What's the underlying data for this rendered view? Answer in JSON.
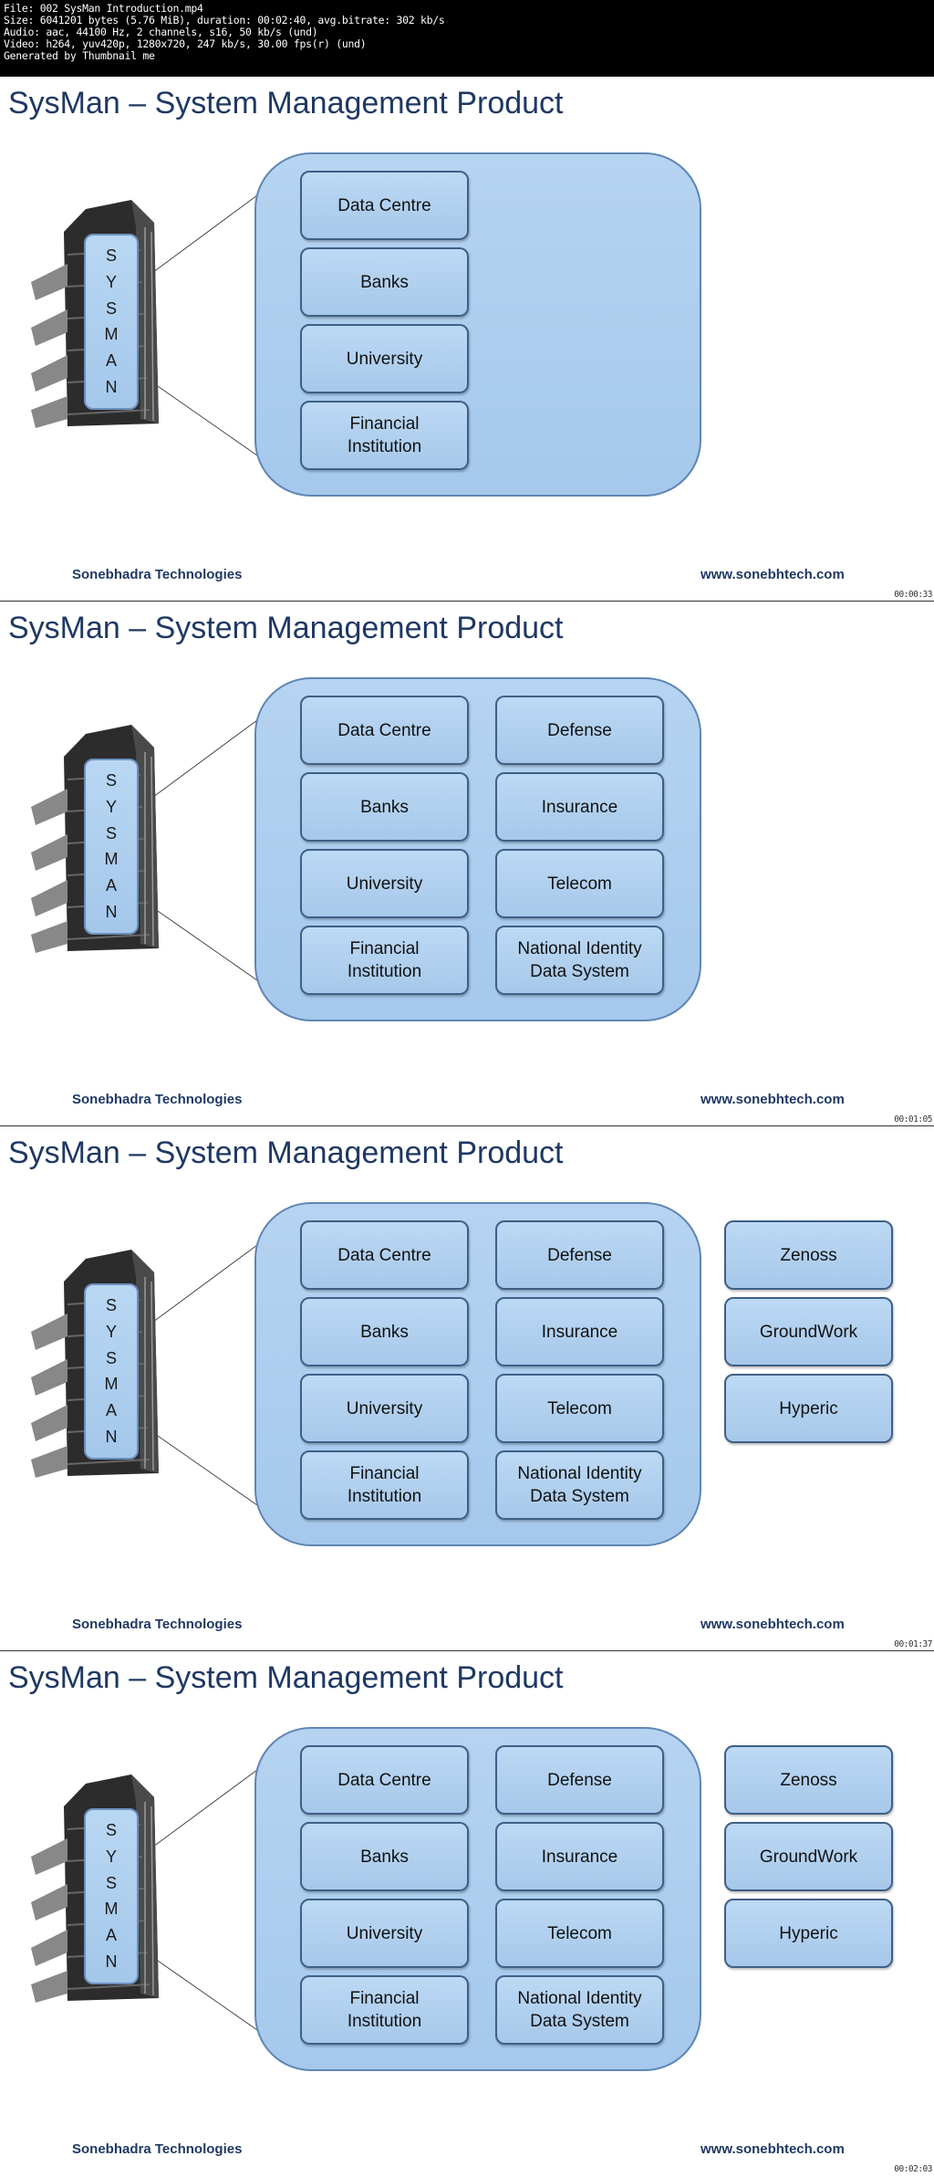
{
  "header": {
    "lines": [
      "File: 002 SysMan Introduction.mp4",
      "Size: 6041201 bytes (5.76 MiB), duration: 00:02:40, avg.bitrate: 302 kb/s",
      "Audio: aac, 44100 Hz, 2 channels, s16, 50 kb/s (und)",
      "Video: h264, yuv420p, 1280x720, 247 kb/s, 30.00 fps(r) (und)",
      "Generated by Thumbnail me"
    ]
  },
  "slides": [
    {
      "title": "SysMan – System Management Product",
      "sysman_letters": [
        "S",
        "Y",
        "S",
        "M",
        "A",
        "N"
      ],
      "col1": [
        "Data Centre",
        "Banks",
        "University",
        "Financial\nInstitution"
      ],
      "col2": [],
      "col3": [],
      "footer_left": "Sonebhadra Technologies",
      "footer_right": "www.sonebhtech.com",
      "timestamp": "00:00:33"
    },
    {
      "title": "SysMan – System Management Product",
      "sysman_letters": [
        "S",
        "Y",
        "S",
        "M",
        "A",
        "N"
      ],
      "col1": [
        "Data Centre",
        "Banks",
        "University",
        "Financial\nInstitution"
      ],
      "col2": [
        "Defense",
        "Insurance",
        "Telecom",
        "National Identity\nData System"
      ],
      "col3": [],
      "footer_left": "Sonebhadra Technologies",
      "footer_right": "www.sonebhtech.com",
      "timestamp": "00:01:05"
    },
    {
      "title": "SysMan – System Management Product",
      "sysman_letters": [
        "S",
        "Y",
        "S",
        "M",
        "A",
        "N"
      ],
      "col1": [
        "Data Centre",
        "Banks",
        "University",
        "Financial\nInstitution"
      ],
      "col2": [
        "Defense",
        "Insurance",
        "Telecom",
        "National Identity\nData System"
      ],
      "col3": [
        "Zenoss",
        "GroundWork",
        "Hyperic"
      ],
      "footer_left": "Sonebhadra Technologies",
      "footer_right": "www.sonebhtech.com",
      "timestamp": "00:01:37"
    },
    {
      "title": "SysMan – System Management Product",
      "sysman_letters": [
        "S",
        "Y",
        "S",
        "M",
        "A",
        "N"
      ],
      "col1": [
        "Data Centre",
        "Banks",
        "University",
        "Financial\nInstitution"
      ],
      "col2": [
        "Defense",
        "Insurance",
        "Telecom",
        "National Identity\nData System"
      ],
      "col3": [
        "Zenoss",
        "GroundWork",
        "Hyperic"
      ],
      "footer_left": "Sonebhadra Technologies",
      "footer_right": "www.sonebhtech.com",
      "timestamp": "00:02:03"
    }
  ],
  "colors": {
    "title": "#1f3864",
    "box_fill": "#a9cbec",
    "box_border": "#3f5f86",
    "header_bg": "#000000"
  }
}
